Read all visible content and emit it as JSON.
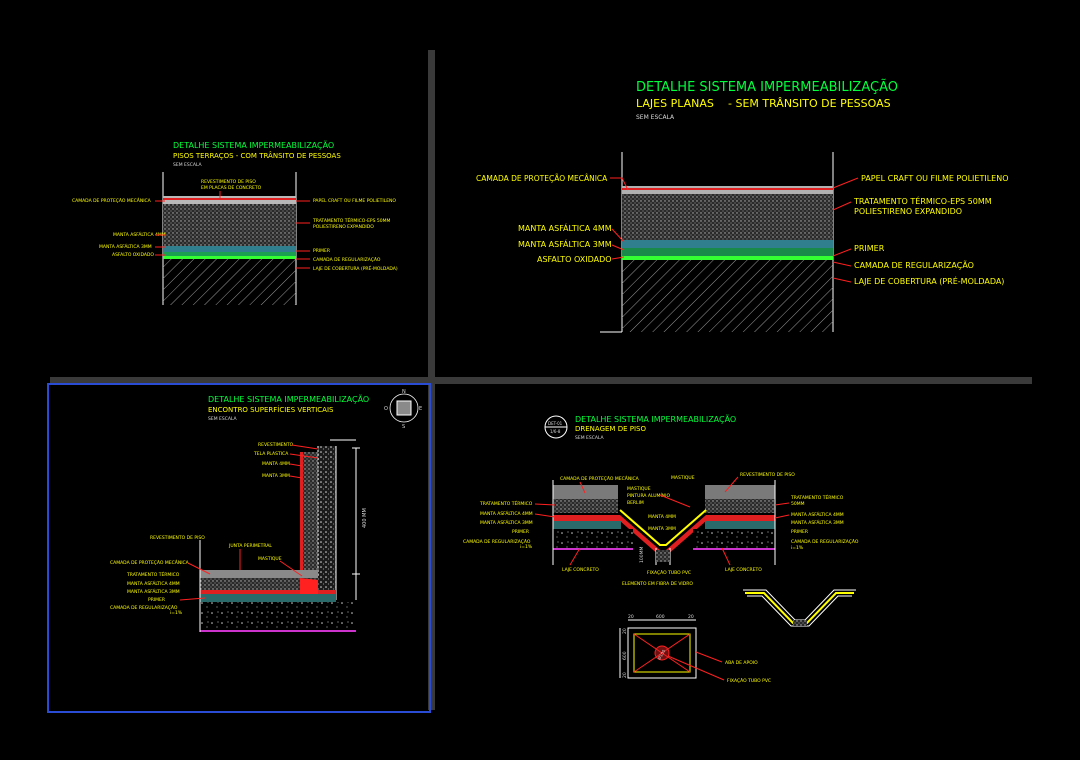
{
  "colors": {
    "background": "#000000",
    "title": "#00ff3c",
    "label": "#ffff00",
    "leader": "#ff2020",
    "outline": "#ffffff",
    "viewport_frame": "#2a4cd4"
  },
  "detail_a": {
    "title": "DETALHE SISTEMA IMPERMEABILIZAÇÃO",
    "subtitle": "PISOS TERRAÇOS - COM TRÂNSITO DE PESSOAS",
    "scale": "SEM ESCALA",
    "label_top_1": "REVESTIMENTO DE PISO",
    "label_top_2": "EM PLACAS DE CONCRETO",
    "left_labels": [
      "CAMADA DE PROTEÇÃO MECÂNICA",
      "MANTA ASFÁLTICA 4MM",
      "MANTA ASFÁLTICA 3MM",
      "ASFALTO OXIDADO"
    ],
    "right_labels": [
      "PAPEL CRAFT OU FILME POLIETILENO",
      "TRATAMENTO TÉRMICO-EPS 50MM",
      "POLIESTIRENO EXPANDIDO",
      "PRIMER",
      "CAMADA DE REGULARIZAÇÃO",
      "LAJE DE COBERTURA (PRÉ-MOLDADA)"
    ]
  },
  "detail_b": {
    "title": "DETALHE SISTEMA IMPERMEABILIZAÇÃO",
    "subtitle_a": "LAJES PLANAS",
    "subtitle_b": "- SEM TRÂNSITO DE PESSOAS",
    "scale": "SEM ESCALA",
    "left_labels": [
      "CAMADA DE PROTEÇÃO MECÂNICA",
      "MANTA ASFÁLTICA 4MM",
      "MANTA ASFÁLTICA 3MM",
      "ASFALTO OXIDADO"
    ],
    "right_labels": [
      "PAPEL CRAFT OU FILME POLIETILENO",
      "TRATAMENTO TÉRMICO-EPS 50MM",
      "POLIESTIRENO EXPANDIDO",
      "PRIMER",
      "CAMADA DE REGULARIZAÇÃO",
      "LAJE DE COBERTURA (PRÉ-MOLDADA)"
    ]
  },
  "detail_c": {
    "title": "DETALHE SISTEMA IMPERMEABILIZAÇÃO",
    "subtitle": "ENCONTRO SUPERFÍCIES VERTICAIS",
    "scale": "SEM ESCALA",
    "wall_labels": [
      "REVESTIMENTO",
      "TELA PLASTICA",
      "MANTA 4MM",
      "MANTA 3MM"
    ],
    "left_labels": [
      "REVESTIMENTO DE PISO",
      "CAMADA DE PROTEÇÃO MECÂNICA",
      "TRATAMENTO TÉRMICO",
      "MANTA ASFÁLTICA 4MM",
      "MANTA ASFÁLTICA 3MM",
      "PRIMER",
      "CAMADA DE REGULARIZAÇÃO",
      "i=1%"
    ],
    "center_labels": [
      "JUNTA PERIMETRAL",
      "MASTIQUE"
    ],
    "dimension": "400 MM",
    "compass": {
      "n": "N",
      "s": "S",
      "e": "E",
      "w": "O"
    }
  },
  "detail_d": {
    "tag_top": "DET-01",
    "tag_bottom": "1/6-8",
    "title": "DETALHE SISTEMA IMPERMEABILIZAÇÃO",
    "subtitle": "DRENAGEM DE PISO",
    "scale": "SEM ESCALA",
    "top_labels": [
      "CAMADA DE PROTEÇÃO MECÂNICA",
      "MASTIQUE",
      "REVESTIMENTO DE PISO",
      "MASTIQUE",
      "PINTURA ALUMÍNIO",
      "BERLIM"
    ],
    "left_labels": [
      "TRATAMENTO TÉRMICO",
      "MANTA ASFÁLTICA 4MM",
      "MANTA ASFÁLTICA 3MM",
      "PRIMER",
      "CAMADA DE REGULARIZAÇÃO",
      "i=1%"
    ],
    "right_labels": [
      "TRATAMENTO TÉRMICO",
      "50MM",
      "MANTA ASFÁLTICA 4MM",
      "MANTA ASFÁLTICA 3MM",
      "PRIMER",
      "CAMADA DE REGULARIZAÇÃO",
      "i=1%"
    ],
    "center_labels": [
      "MANTA 4MM",
      "MANTA 3MM"
    ],
    "bottom_labels": [
      "LAJE CONCRETO",
      "FIXAÇÃO TUBO PVC",
      "ELEMENTO EM FIBRA DE VIDRO",
      "LAJE CONCRETO"
    ],
    "plan_labels": [
      "ABA DE APOIO",
      "FIXAÇÃO TUBO PVC"
    ],
    "plan_dims": [
      "20",
      "600",
      "20",
      "600",
      "20",
      "20",
      "Ø100"
    ],
    "pipe_dim": "100MM"
  }
}
